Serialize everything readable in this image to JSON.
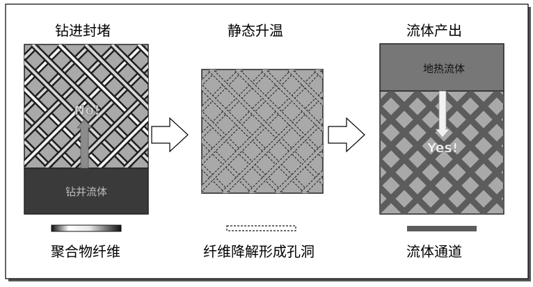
{
  "stages": [
    {
      "title": "钻进封堵",
      "zone_label": "钻井流体",
      "arrow_label": "No!"
    },
    {
      "title": "静态升温"
    },
    {
      "title": "流体产出",
      "zone_label": "地热流体",
      "arrow_label": "Yes!"
    }
  ],
  "legend": [
    {
      "label": "聚合物纤维"
    },
    {
      "label": "纤维降解形成孔洞"
    },
    {
      "label": "流体通道"
    }
  ],
  "colors": {
    "panel_fill": "#a9a9a9",
    "dark_zone": "#3a3a3a",
    "geo_zone": "#777777",
    "fiber": "#1e1e1e",
    "channel": "#5c5c5c",
    "arrow_gray": "#8c8c8c",
    "arrow_white": "#f2f2f2"
  }
}
